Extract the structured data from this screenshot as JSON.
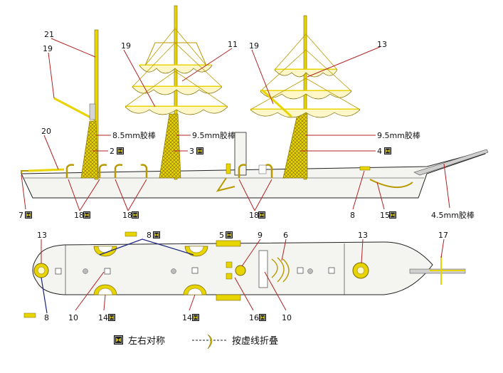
{
  "side_view": {
    "callouts": {
      "c21": "21",
      "c19a": "19",
      "c19b": "19",
      "c19c": "19",
      "c11": "11",
      "c13": "13",
      "c20": "20",
      "dowel_85": "8.5mm胶棒",
      "dowel_95a": "9.5mm胶棒",
      "dowel_95b": "9.5mm胶棒",
      "c2": "2",
      "c3": "3",
      "c4": "4",
      "c7": "7",
      "c18a": "18",
      "c18b": "18",
      "c18c": "18",
      "c8": "8",
      "c15": "15",
      "dowel_45": "4.5mm胶棒"
    }
  },
  "top_view": {
    "callouts": {
      "c13a": "13",
      "c13b": "13",
      "c8a": "8",
      "c5": "5",
      "c9": "9",
      "c6": "6",
      "c17": "17",
      "c10a": "10",
      "c14a": "14",
      "c14b": "14",
      "c16": "16",
      "c10b": "10",
      "c8b": "8"
    }
  },
  "legend": {
    "symmetric": "左右对称",
    "fold": "按虚线折叠"
  },
  "colors": {
    "mast": "#e8d400",
    "hull": "#f4f4f0",
    "leader": "#b22222",
    "line": "#222222",
    "deck_line": "#1a237e"
  }
}
